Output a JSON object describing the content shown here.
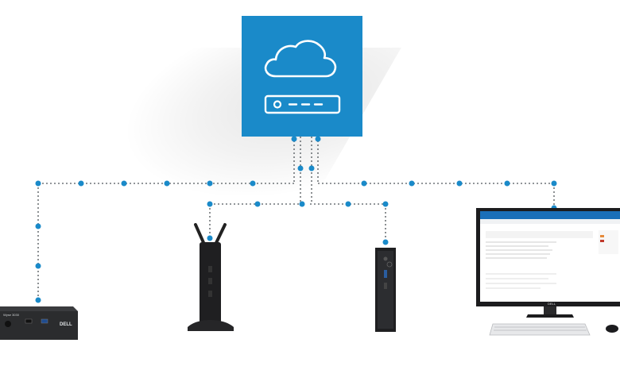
{
  "colors": {
    "cloud_blue": "#1a8ac9",
    "line_dot": "#6f7478",
    "node_blue": "#1a8ac9",
    "device_black": "#1f1f21",
    "device_grey": "#4a4d50"
  },
  "icons": {
    "cloud": "cloud-icon",
    "server": "server-rack-icon"
  },
  "devices": {
    "thin_client_left_brand": "DELL",
    "thin_client_left_model": "Wyse 3030",
    "monitor_brand": "DELL"
  }
}
